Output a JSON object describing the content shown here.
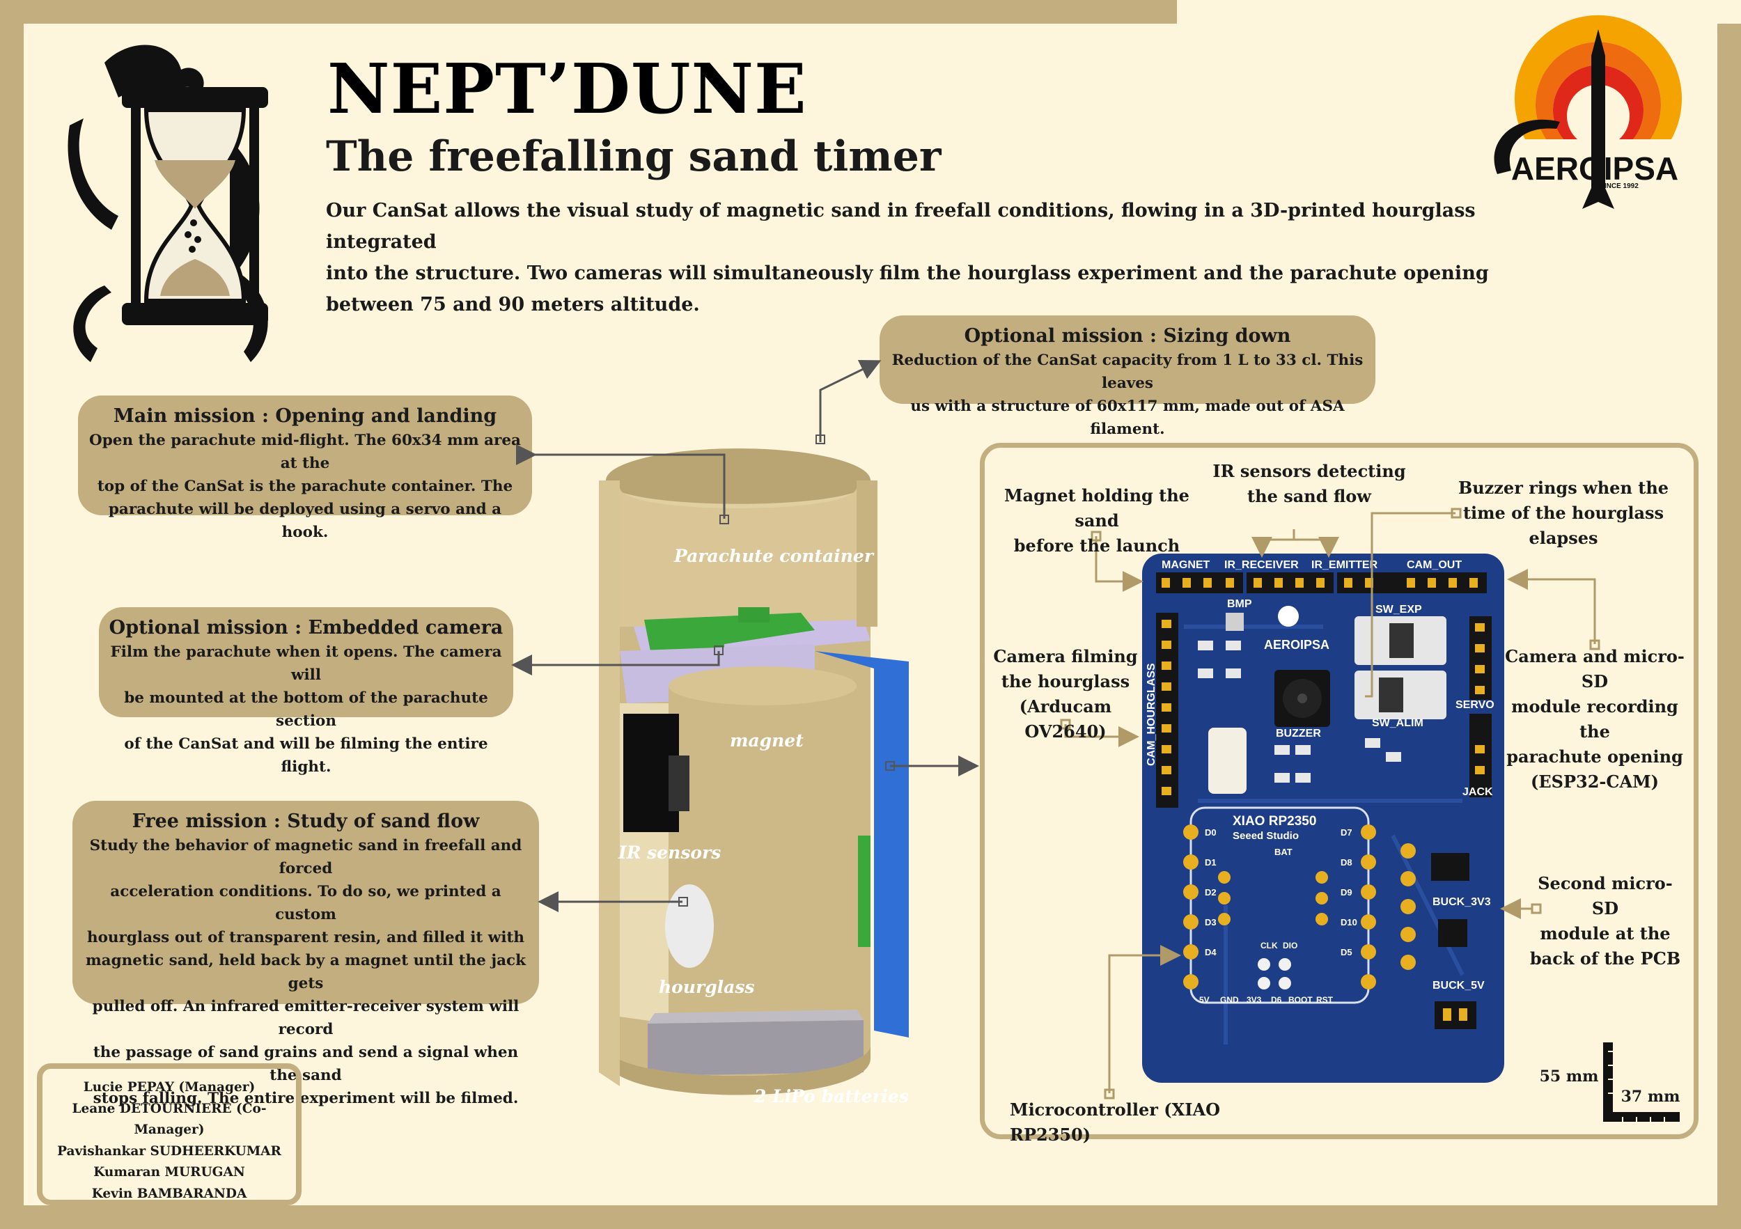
{
  "header": {
    "title": "NEPT’DUNE",
    "subtitle": "The freefalling sand timer",
    "intro_lines": [
      "Our CanSat allows the visual study of magnetic sand in freefall conditions, flowing in a 3D-printed hourglass integrated",
      "into the structure. Two cameras will simultaneously film the hourglass experiment and the parachute opening",
      "between 75 and 90 meters altitude."
    ]
  },
  "logo": {
    "text": "AEROIPSA",
    "since": "SINCE 1992"
  },
  "missions": {
    "main": {
      "title": "Main mission : Opening and landing",
      "lines": [
        "Open the parachute mid-flight. The 60x34 mm area at the",
        "top of the CanSat is the parachute container. The",
        "parachute will be deployed using a servo and a hook."
      ]
    },
    "camera": {
      "title": "Optional mission : Embedded camera",
      "lines": [
        "Film the parachute when it opens. The camera will",
        "be mounted at the bottom of the parachute section",
        "of the CanSat and will be filming the entire flight."
      ]
    },
    "free": {
      "title": "Free mission : Study of sand flow",
      "lines": [
        "Study the behavior of magnetic sand in freefall and forced",
        "acceleration conditions. To do so, we printed a custom",
        "hourglass out of transparent resin, and filled it with",
        "magnetic sand, held back by a magnet until the jack gets",
        "pulled off. An infrared emitter-receiver system will record",
        "the passage of sand grains and send a signal when the sand",
        "stops falling. The entire experiment will be filmed."
      ]
    },
    "sizing": {
      "title": "Optional mission : Sizing down",
      "lines": [
        "Reduction of the CanSat capacity from 1 L to 33 cl. This leaves",
        "us with a structure of 60x117 mm, made out of ASA filament."
      ]
    }
  },
  "cansat_labels": {
    "parachute": "Parachute container",
    "magnet": "magnet",
    "ir": "IR sensors",
    "hourglass": "hourglass",
    "batteries": "2 LiPo batteries"
  },
  "pcb_callouts": {
    "magnet": [
      "Magnet holding the sand",
      "before the launch"
    ],
    "ir": [
      "IR sensors detecting",
      "the sand flow"
    ],
    "buzzer": [
      "Buzzer rings when the",
      "time of the hourglass",
      "elapses"
    ],
    "camera_hourglass": [
      "Camera filming",
      "the hourglass",
      "(Arducam OV2640)"
    ],
    "camera_sd": [
      "Camera and micro-SD",
      "module recording the",
      "parachute opening",
      "(ESP32-CAM)"
    ],
    "second_sd": [
      "Second micro-SD",
      "module at the",
      "back of the PCB"
    ],
    "mcu": "Microcontroller (XIAO RP2350)",
    "dim_h": "55 mm",
    "dim_w": "37 mm"
  },
  "pcb_silk": {
    "magnet": "MAGNET",
    "ir_receiver": "IR_RECEIVER",
    "ir_emitter": "IR_EMITTER",
    "cam_out": "CAM_OUT",
    "bmp": "BMP",
    "sw_exp": "SW_EXP",
    "sw_alim": "SW_ALIM",
    "buzzer": "BUZZER",
    "servo": "SERVO",
    "jack": "JACK",
    "cam_hourglass": "CAM_HOURGLASS",
    "buck_3v3": "BUCK_3V3",
    "buck_5v": "BUCK_5V",
    "board_logo": "AEROIPSA",
    "xiao_model": "XIAO RP2350",
    "xiao_brand": "Seeed Studio",
    "xiao_bat": "BAT",
    "xiao_left_pins": [
      "D0",
      "D1",
      "D2",
      "D3",
      "D4"
    ],
    "xiao_right_pins": [
      "D7",
      "D8",
      "D9",
      "D10",
      "D5"
    ],
    "xiao_bottom": [
      "5V",
      "GND",
      "3V3",
      "D6",
      "BOOT",
      "RST",
      "CLK",
      "DIO"
    ]
  },
  "team": [
    "Lucie PEPAY (Manager)",
    "Leane DETOURNIERE (Co-Manager)",
    "Pavishankar SUDHEERKUMAR",
    "Kumaran MURUGAN",
    "Kevin BAMBARANDA"
  ],
  "colors": {
    "accent": "#c2ae7e",
    "background": "#fdf6dc",
    "pcb": "#1e3d87",
    "cansat": "#cdb987",
    "green": "#3aa83a",
    "blue": "#2f6fd6"
  }
}
